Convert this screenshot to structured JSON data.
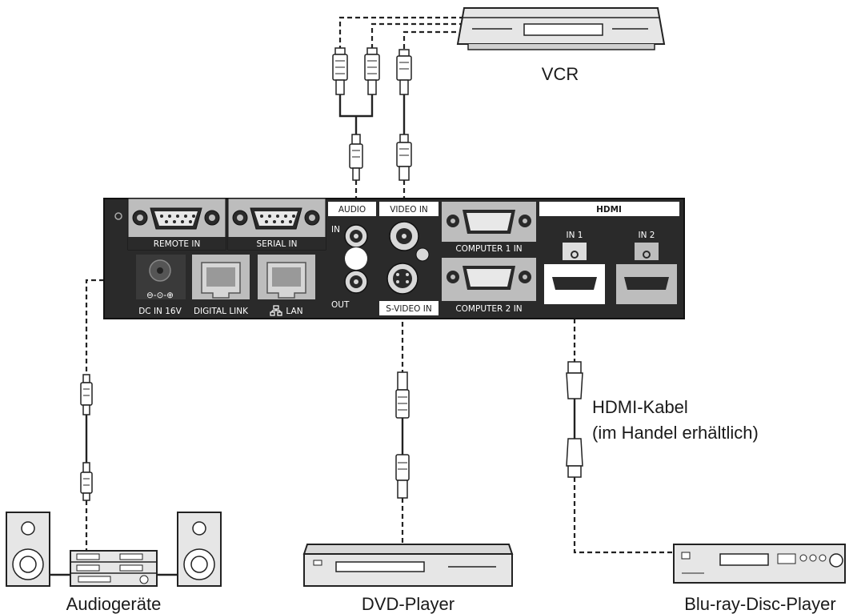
{
  "devices": {
    "vcr": "VCR",
    "audio": "Audiogeräte",
    "dvd": "DVD-Player",
    "bluray": "Blu-ray-Disc-Player"
  },
  "cable": {
    "line1": "HDMI-Kabel",
    "line2": "(im Handel erhältlich)"
  },
  "panel": {
    "remote_in": "REMOTE IN",
    "serial_in": "SERIAL IN",
    "audio": "AUDIO",
    "video_in": "VIDEO IN",
    "in": "IN",
    "out": "OUT",
    "computer1": "COMPUTER 1 IN",
    "computer2": "COMPUTER 2 IN",
    "svideo": "S-VIDEO IN",
    "dc_in": "DC IN 16V",
    "digital_link": "DIGITAL LINK",
    "lan": "LAN",
    "hdmi_logo": "HDMI",
    "hdmi_in1": "IN 1",
    "hdmi_in2": "IN 2"
  }
}
